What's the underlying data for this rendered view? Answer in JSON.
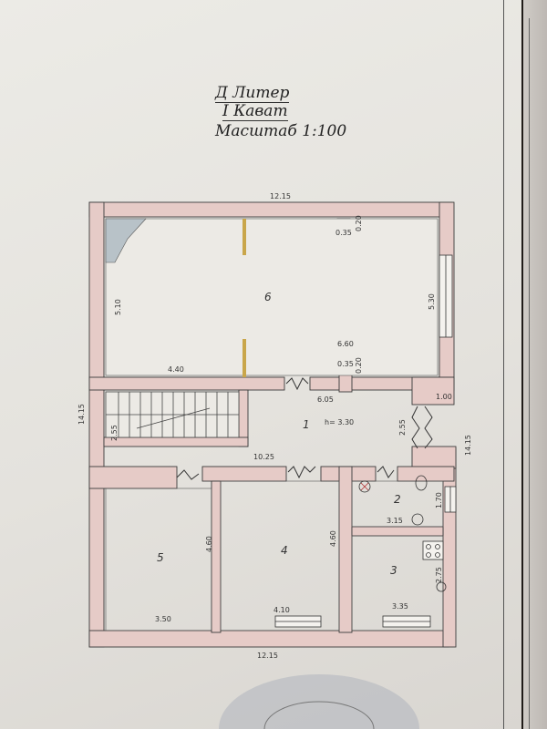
{
  "header": {
    "line1": "Д Литер",
    "line2": "I Кават",
    "line3": "Масштаб 1:100"
  },
  "dimensions": {
    "top_width": "12.15",
    "bottom_width": "12.15",
    "left_height": "14.15",
    "right_height": "14.15",
    "room6_height": "5.10",
    "room6_right_height": "5.30",
    "room6_width": "6.60",
    "room6_bottom": "4.40",
    "niche_top_w": "0.35",
    "niche_top_h": "0.20",
    "niche_bottom_w": "0.35",
    "niche_bottom_h": "0.20",
    "corridor_len": "6.05",
    "right_step": "1.00",
    "passage_h": "2.55",
    "stair_h": "2.55",
    "room1_h": "h= 3.30",
    "inner_width": "10.25",
    "room5_h": "4.60",
    "room4_h": "4.60",
    "room2_h": "1.70",
    "room2_w": "3.15",
    "room3_h": "2.75",
    "room5_w": "3.50",
    "room4_w": "4.10",
    "room3_w": "3.35"
  },
  "rooms": {
    "r1": "1",
    "r2": "2",
    "r3": "3",
    "r4": "4",
    "r5": "5",
    "r6": "6"
  },
  "colors": {
    "wall_fill": "#e6cbc7",
    "wall_stroke": "#3a3a3a",
    "window_accent": "#c9a64a",
    "floor": "#eceae5"
  }
}
